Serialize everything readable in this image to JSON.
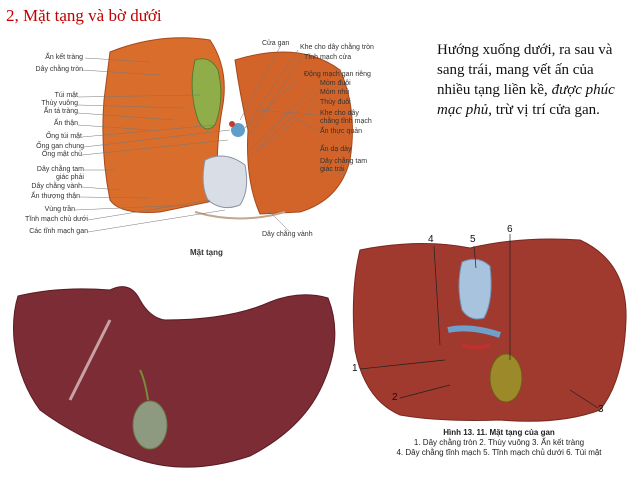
{
  "title": "2, Mặt tạng và bờ dưới",
  "description": {
    "part1": "Hướng xuống dưới, ra sau và sang trái, mang vết ấn của nhiều tạng liền kề, ",
    "italic": "được phúc mạc phủ",
    "part2": ", trừ vị trí cửa gan."
  },
  "top_figure": {
    "caption": "Mặt tạng",
    "left_labels": [
      "Ấn kết tràng",
      "Dây chằng tròn",
      "Túi mật",
      "Thùy vuông",
      "Ấn tá tràng",
      "Ấn thận",
      "Ống túi mật",
      "Ống gan chung",
      "Ống mật chủ",
      "Dây chằng tam giác phải",
      "Dây chằng vành",
      "Ấn thượng thận",
      "Vùng trần",
      "Tĩnh mạch chủ dưới",
      "Các tĩnh mạch gan"
    ],
    "right_labels": [
      "Cửa gan",
      "Khe cho dây chằng tròn",
      "Tĩnh mạch cửa",
      "Động mạch gan riêng",
      "Mỏm đuôi",
      "Mỏm nhú",
      "Thùy đuôi",
      "Khe cho dây chằng tĩnh mạch",
      "Ấn thực quản",
      "Ấn dạ dày",
      "Dây chằng tam giác trái"
    ],
    "bottom_label": "Dây chằng vành"
  },
  "right_figure": {
    "numbers": [
      "1",
      "2",
      "3",
      "4",
      "5",
      "6"
    ],
    "caption_title": "Hình 13. 11. Mặt tạng của gan",
    "caption_line1": "1. Dây chằng tròn   2. Thùy vuông   3. Ấn kết tràng",
    "caption_line2": "4. Dây chằng tĩnh mạch   5. Tĩnh mạch chủ dưới   6. Túi mật"
  }
}
